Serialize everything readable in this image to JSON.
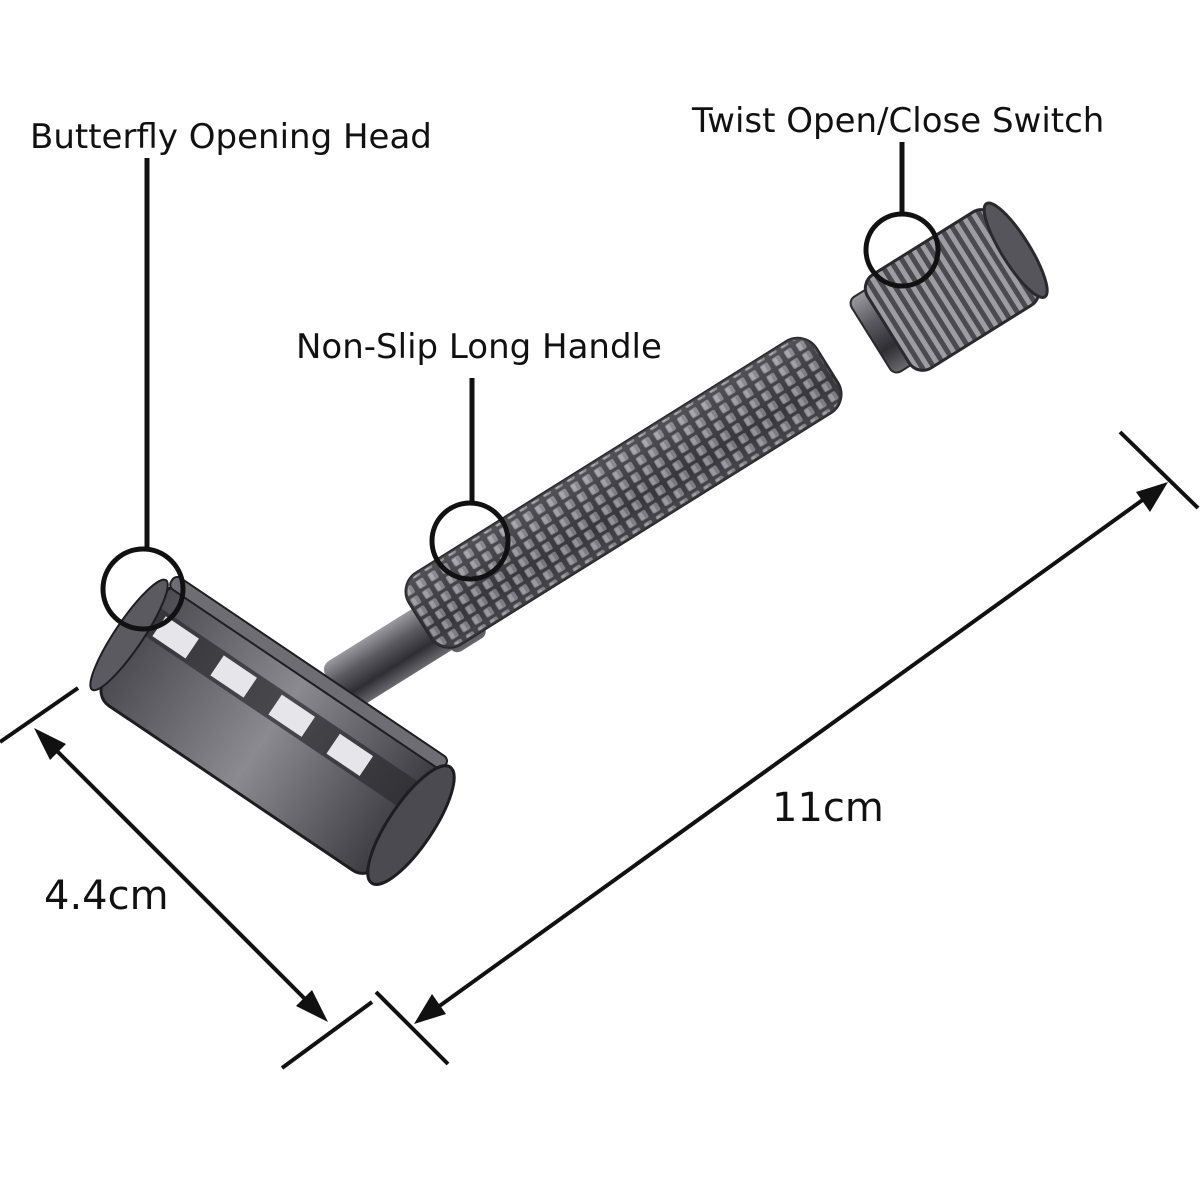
{
  "callouts": {
    "head": "Butterfly Opening Head",
    "switch": "Twist Open/Close Switch",
    "handle": "Non-Slip Long Handle"
  },
  "dimensions": {
    "width": "4.4cm",
    "length": "11cm"
  },
  "colors": {
    "background": "#ffffff",
    "ink": "#111111",
    "metal_dark": "#3c3c40",
    "metal_mid": "#6e6e74",
    "metal_light": "#b9b9bf"
  }
}
